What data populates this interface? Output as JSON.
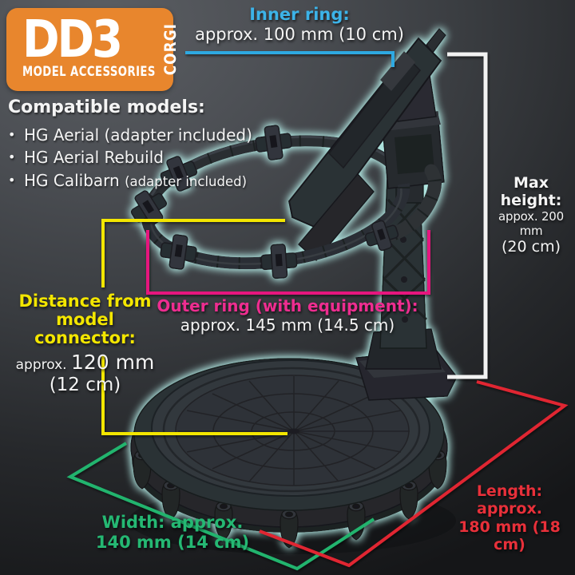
{
  "logo": {
    "brand": "DD3",
    "subtitle": "MODEL ACCESSORIES",
    "side_text": "CORGI"
  },
  "compatible": {
    "heading": "Compatible models:",
    "bullet_char": "•",
    "items": [
      {
        "text": "HG Aerial (adapter included)"
      },
      {
        "text": "HG Aerial Rebuild"
      },
      {
        "text": "HG Calibarn ",
        "note": "(adapter included)"
      }
    ]
  },
  "dimensions": {
    "inner_ring": {
      "label": "Inner ring:",
      "value": "approx. 100 mm (10 cm)"
    },
    "max_height": {
      "label": "Max height:",
      "value_line1": "appox. 200 mm",
      "value_line2": "(20 cm)"
    },
    "connector_distance": {
      "label_line1": "Distance from model",
      "label_line2": "connector:",
      "value_prefix": "approx. ",
      "value_emph": "120 mm",
      "value_line2": "(12 cm)"
    },
    "outer_ring": {
      "label": "Outer ring (with equipment):",
      "value": "approx. 145 mm (14.5 cm)"
    },
    "width": {
      "line1": "Width: approx.",
      "line2": "140 mm (14 cm)"
    },
    "length": {
      "line1": "Length: approx.",
      "line2": "180 mm (18 cm)"
    }
  },
  "colors": {
    "accent_orange": "#e8862d",
    "cyan": "#3cb3e8",
    "yellow": "#f3e600",
    "magenta": "#ee2d90",
    "green": "#25b873",
    "red": "#e8303a",
    "white_text": "#f4f4f4",
    "glow": "#7fe9dd"
  }
}
